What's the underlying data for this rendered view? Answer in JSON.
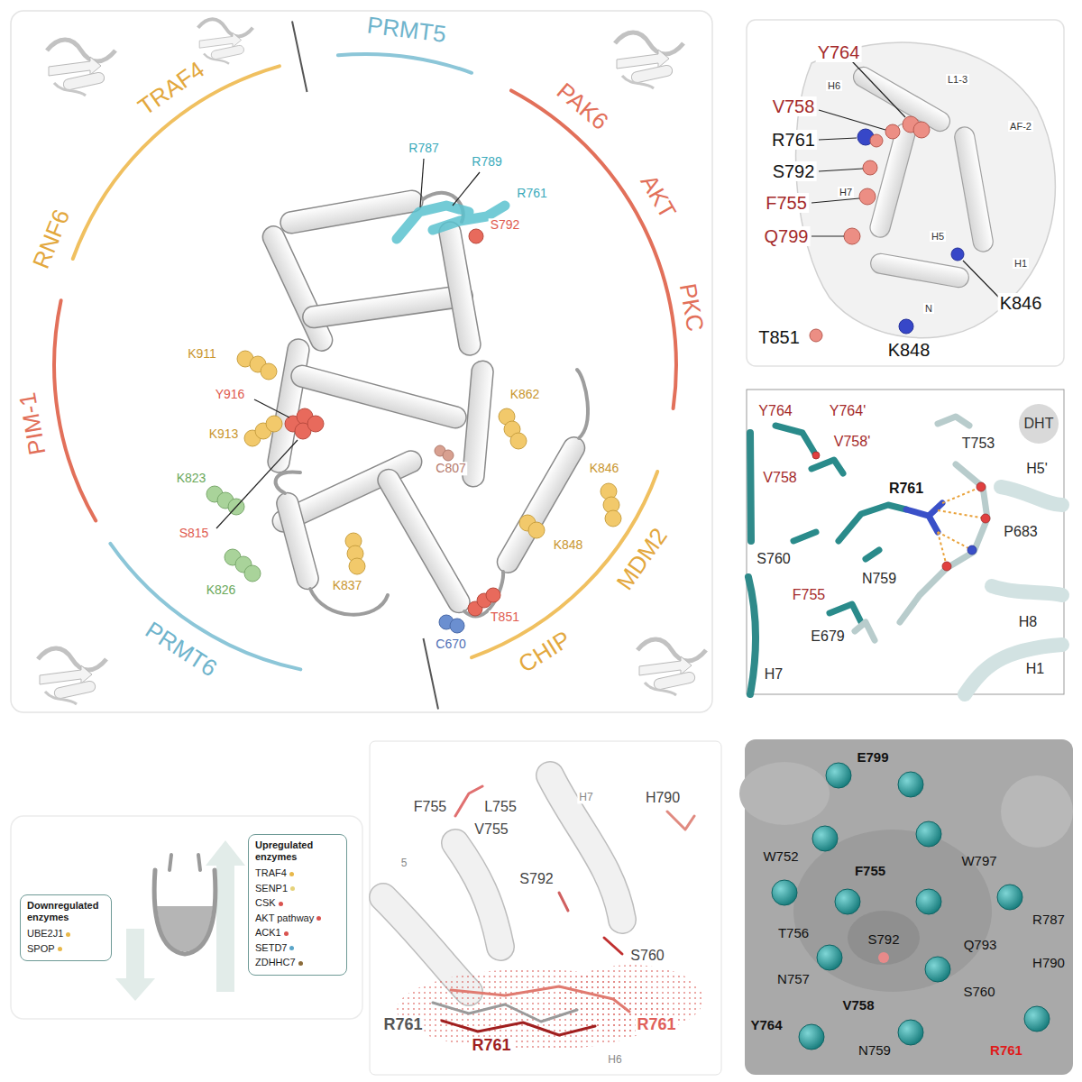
{
  "diagram": {
    "nodes": [
      {
        "text": [
          "DHT"
        ]
      },
      {
        "text": [
          "Downregulated enzymes",
          "UBE2J1",
          "SPOP"
        ]
      },
      {
        "text": [
          "Upregulated enzymes",
          "TRAF4",
          "SENP1",
          "CSK",
          "AKT pathway",
          "ACK1",
          "SETD7",
          "ZDHHC7"
        ]
      }
    ],
    "labels": [
      "TRAF4",
      "PRMT5",
      "PAK6",
      "AKT",
      "PKC",
      "MDM2",
      "CHIP",
      "PRMT6",
      "PIM-1",
      "RNF6",
      "R787",
      "R789",
      "R761",
      "S792",
      "K911",
      "Y916",
      "K913",
      "K862",
      "K823",
      "C807",
      "S815",
      "K846",
      "K826",
      "K837",
      "K848",
      "C670",
      "T851",
      "Y764",
      "V758",
      "R761",
      "S792",
      "F755",
      "Q799",
      "K846",
      "T851",
      "K848",
      "H6",
      "L1-3",
      "AF-2",
      "H7",
      "H5",
      "H1",
      "N",
      "Y764",
      "Y764'",
      "V758'",
      "T753",
      "V758",
      "R761",
      "H5'",
      "P683",
      "S760",
      "N759",
      "F755",
      "H8",
      "E679",
      "H7",
      "H1",
      "F755",
      "L755",
      "V755",
      "H7",
      "H790",
      "S792",
      "5",
      "S760",
      "R761",
      "R761",
      "R761",
      "H6",
      "E799",
      "W752",
      "F755",
      "W797",
      "R787",
      "T756",
      "S792",
      "Q793",
      "H790",
      "N757",
      "V758",
      "S760",
      "Y764",
      "N759",
      "R761"
    ]
  }
}
